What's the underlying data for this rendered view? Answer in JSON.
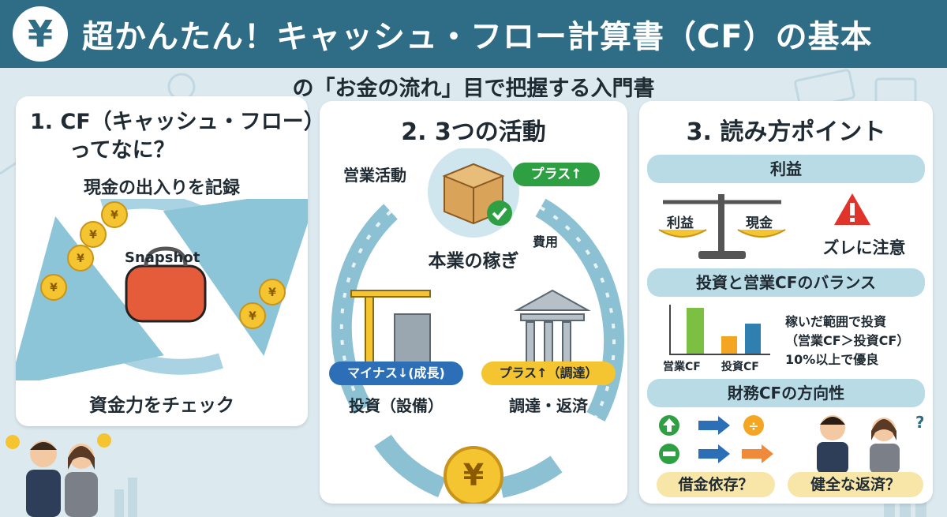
{
  "header": {
    "logo_symbol": "¥",
    "title": "超かんたん！キャッシュ・フロー計算書（CF）の基本"
  },
  "subtitle": "の「お金の流れ」目で把握する入門書",
  "section1": {
    "title_line1": "1. CF（キャッシュ・フロー）",
    "title_line2": "ってなに？",
    "caption_top": "現金の出入りを記録",
    "snapshot_label": "Snapshot",
    "caption_bottom": "資金力をチェック"
  },
  "section2": {
    "title": "2. 3つの活動",
    "operating_label": "営業活動",
    "plus_badge": "プラス↑",
    "core_earning": "本業の稼ぎ",
    "expense": "費用",
    "minus_badge": "マイナス↓(成長)",
    "investing_label": "投資（設備）",
    "plus_financing_badge": "プラス↑（調達）",
    "financing_label": "調達・返済",
    "center_symbol": "¥"
  },
  "section3": {
    "title": "3. 読み方ポイント",
    "point1_header": "利益",
    "scale_left": "利益",
    "scale_right": "現金",
    "warning": "ズレに注意",
    "point2_header": "投資と営業CFのバランス",
    "chart_labels": [
      "営業CF",
      "投資CF"
    ],
    "balance_text": [
      "稼いだ範囲で投資",
      "（営業CF＞投資CF）",
      "10%以上で優良"
    ],
    "point3_header": "財務CFの方向性",
    "debt_dependency": "借金依存？",
    "healthy_repayment": "健全な返済？"
  },
  "colors": {
    "header": "#2f6d86",
    "pill": "#b8dbe6",
    "green": "#2ea043",
    "blue": "#2d6fb6",
    "yellow": "#f4c431"
  }
}
